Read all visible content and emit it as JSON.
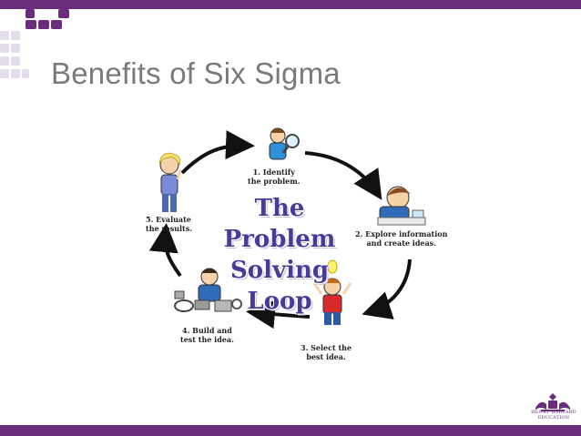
{
  "slide": {
    "title": "Benefits of Six Sigma",
    "colors": {
      "accent": "#6b2c7c",
      "title": "#7a7a7a"
    }
  },
  "diagram": {
    "heading_line1": "The Problem",
    "heading_line2": "Solving Loop",
    "steps": [
      {
        "line1": "1. Identify",
        "line2": "the problem."
      },
      {
        "line1": "2. Explore information",
        "line2": "and create ideas."
      },
      {
        "line1": "3. Select the",
        "line2": "best idea."
      },
      {
        "line1": "4. Build and",
        "line2": "test the idea."
      },
      {
        "line1": "5. Evaluate",
        "line2": "the results."
      }
    ]
  },
  "logo": {
    "line1": "HENRY HARVARD",
    "line2": "EDUCATION"
  }
}
